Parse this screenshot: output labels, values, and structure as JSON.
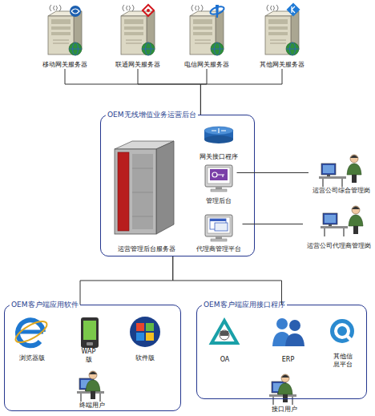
{
  "diagram": {
    "nodes": [
      {
        "text": [
          "移动网关服务器"
        ]
      },
      {
        "text": [
          "联通网关服务器"
        ]
      },
      {
        "text": [
          "电信网关服务器"
        ]
      },
      {
        "text": [
          "其他网关服务器"
        ]
      },
      {
        "text": [
          "OEM无线增值业务运营后台"
        ]
      },
      {
        "text": [
          "运营管理后台服务器"
        ],
        "in": 4
      },
      {
        "text": [
          "网关接口程序"
        ],
        "in": 4
      },
      {
        "text": [
          "管理后台"
        ],
        "in": 4
      },
      {
        "text": [
          "代理商管理平台"
        ],
        "in": 4
      },
      {
        "text": [
          "运营公司综合管理岗"
        ]
      },
      {
        "text": [
          "运营公司代理商管理岗"
        ]
      },
      {
        "text": [
          "OEM客户端应用软件"
        ]
      },
      {
        "text": [
          "浏览器版"
        ],
        "in": 11
      },
      {
        "text": [
          "WAP 版"
        ],
        "in": 11
      },
      {
        "text": [
          "软件版"
        ],
        "in": 11
      },
      {
        "text": [
          "终端用户"
        ],
        "in": 11
      },
      {
        "text": [
          "OEM客户端应用接口程序"
        ]
      },
      {
        "text": [
          "OA"
        ],
        "in": 16
      },
      {
        "text": [
          "ERP"
        ],
        "in": 16
      },
      {
        "text": [
          "其他信息平台"
        ],
        "in": 16
      },
      {
        "text": [
          "接口用户"
        ]
      }
    ],
    "edges": [
      {
        "from": 0,
        "to": 4,
        "arrow": "none"
      },
      {
        "from": 1,
        "to": 4,
        "arrow": "none"
      },
      {
        "from": 2,
        "to": 4,
        "arrow": "none"
      },
      {
        "from": 3,
        "to": 4,
        "arrow": "none"
      },
      {
        "from": 7,
        "to": 9,
        "arrow": "none"
      },
      {
        "from": 8,
        "to": 10,
        "arrow": "none"
      },
      {
        "from": 4,
        "to": 11,
        "arrow": "none"
      },
      {
        "from": 4,
        "to": 16,
        "arrow": "none"
      }
    ]
  }
}
